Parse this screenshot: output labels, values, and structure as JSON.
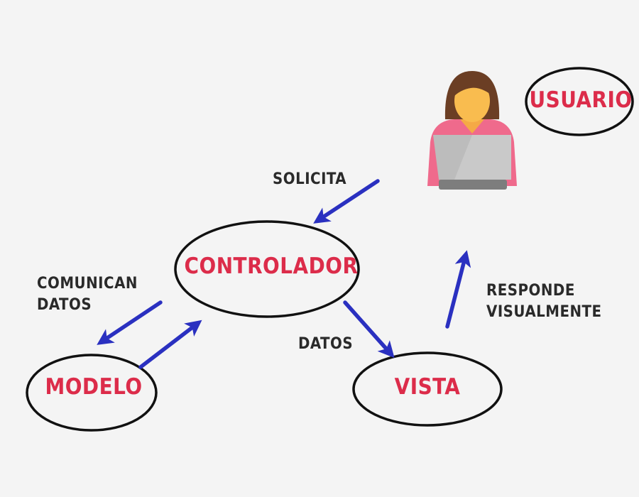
{
  "colors": {
    "background": "#f4f4f4",
    "node_text": "#dc2c4a",
    "edge_text": "#2a2a2a",
    "arrow": "#2a30c0",
    "ellipse_stroke": "#111111"
  },
  "nodes": {
    "controlador": "CONTROLADOR",
    "modelo": "MODELO",
    "vista": "VISTA",
    "usuario": "USUARIO"
  },
  "edges": {
    "solicita": "SOLICITA",
    "comunican_line1": "COMUNICAN",
    "comunican_line2": "DATOS",
    "datos": "DATOS",
    "responde_line1": "RESPONDE",
    "responde_line2": "VISUALMENTE"
  },
  "illustration": {
    "icon": "user-with-laptop-icon"
  }
}
